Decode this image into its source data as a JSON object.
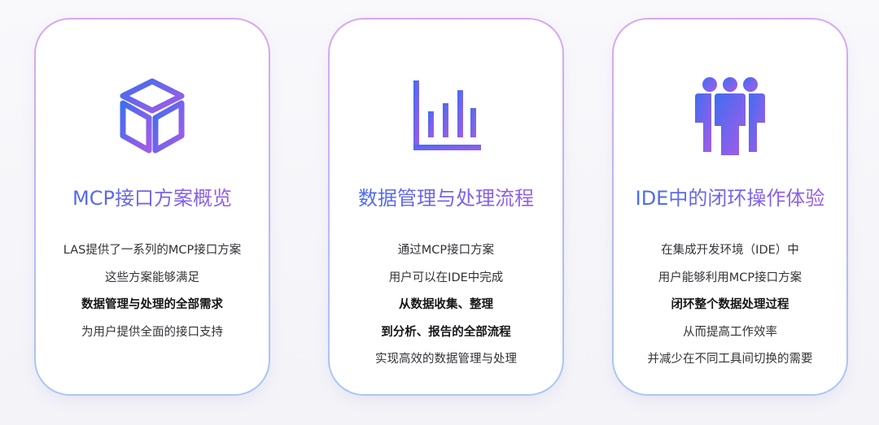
{
  "colors": {
    "gradient_start": "#3d6ef0",
    "gradient_mid": "#7a63ec",
    "gradient_end": "#a35ce6",
    "card_border": "#d9a7f2",
    "text": "#333338"
  },
  "cards": [
    {
      "icon": "cube-icon",
      "title": "MCP接口方案概览",
      "lines": [
        {
          "text": "LAS提供了一系列的MCP接口方案",
          "bold": false
        },
        {
          "text": "这些方案能够满足",
          "bold": false
        },
        {
          "text": "数据管理与处理的全部需求",
          "bold": true
        },
        {
          "text": "为用户提供全面的接口支持",
          "bold": false
        }
      ]
    },
    {
      "icon": "bar-chart-icon",
      "title": "数据管理与处理流程",
      "lines": [
        {
          "text": "通过MCP接口方案",
          "bold": false
        },
        {
          "text": "用户可以在IDE中完成",
          "bold": false
        },
        {
          "text": "从数据收集、整理",
          "bold": true
        },
        {
          "text": "到分析、报告的全部流程",
          "bold": true
        },
        {
          "text": "实现高效的数据管理与处理",
          "bold": false
        }
      ]
    },
    {
      "icon": "team-icon",
      "title": "IDE中的闭环操作体验",
      "lines": [
        {
          "text": "在集成开发环境（IDE）中",
          "bold": false
        },
        {
          "text": "用户能够利用MCP接口方案",
          "bold": false
        },
        {
          "text": "闭环整个数据处理过程",
          "bold": true
        },
        {
          "text": "从而提高工作效率",
          "bold": false
        },
        {
          "text": "并减少在不同工具间切换的需要",
          "bold": false
        }
      ]
    }
  ]
}
